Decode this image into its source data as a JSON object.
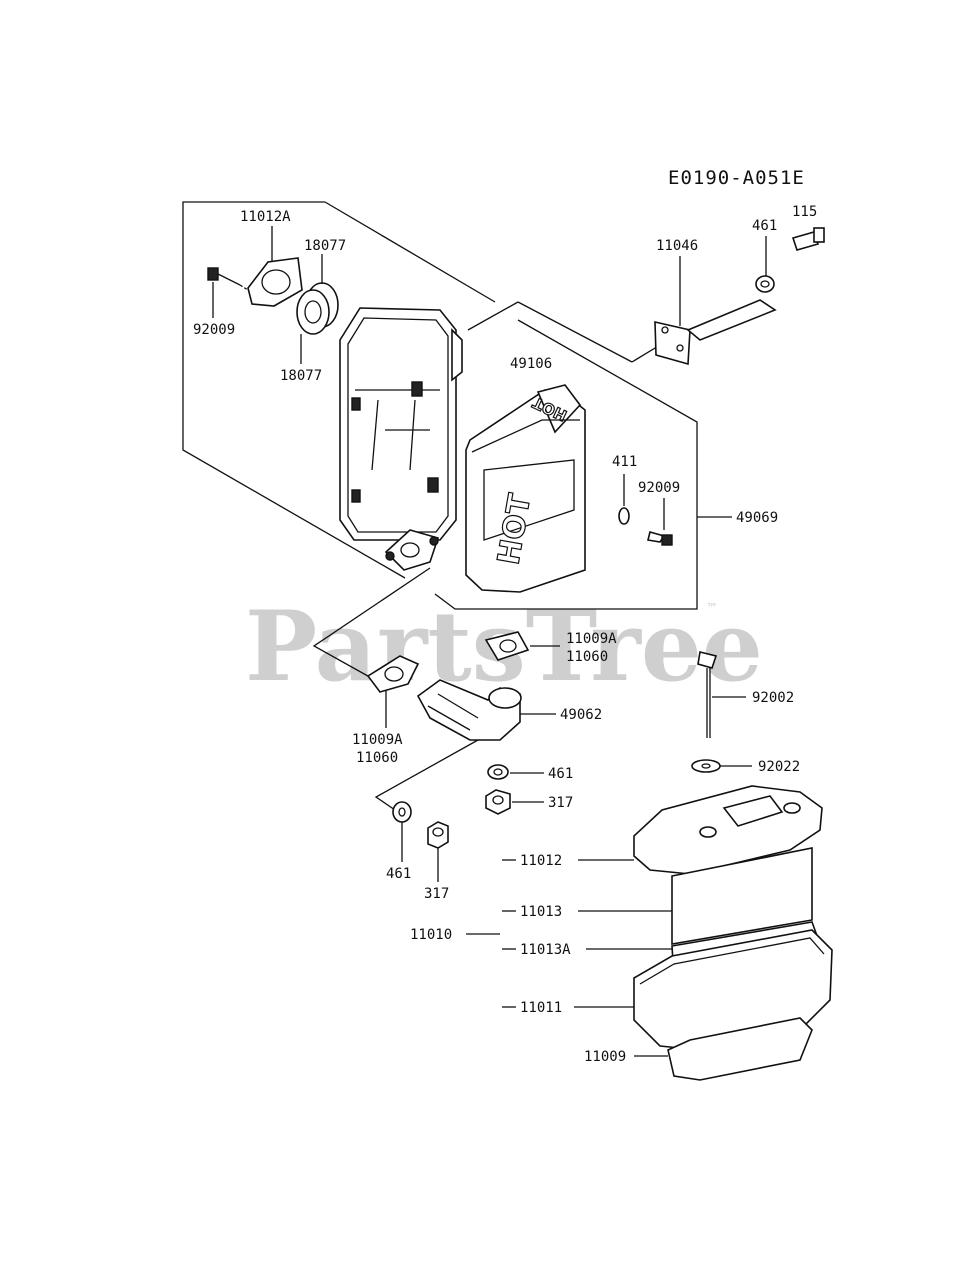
{
  "diagram_code": "E0190-A051E",
  "watermark": {
    "text": "PartsTree",
    "trademark": "™"
  },
  "hot_label": "HOT",
  "labels": {
    "l115": "115",
    "l461_top": "461",
    "l11012A": "11012A",
    "l18077_a": "18077",
    "l18077_b": "18077",
    "l92009_a": "92009",
    "l11046": "11046",
    "l49106": "49106",
    "l411": "411",
    "l92009_b": "92009",
    "l49069": "49069",
    "l11009A_r": "11009A",
    "l11060_r": "11060",
    "l92002": "92002",
    "l11009A_l": "11009A",
    "l11060_l": "11060",
    "l49062": "49062",
    "l461_mid": "461",
    "l317_mid": "317",
    "l92022": "92022",
    "l461_low": "461",
    "l317_low": "317",
    "l11012": "11012",
    "l11013": "11013",
    "l11010": "11010",
    "l11013A": "11013A",
    "l11011": "11011",
    "l11009": "11009"
  }
}
